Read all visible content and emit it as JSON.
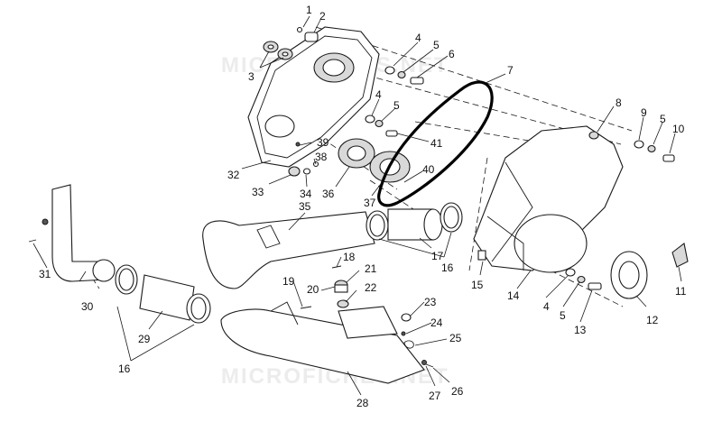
{
  "watermark": {
    "top": "MICROFICHES.NET",
    "bottom": "MICROFICHES.NET"
  },
  "callouts": [
    "1",
    "2",
    "3",
    "4",
    "5",
    "6",
    "7",
    "4",
    "5",
    "8",
    "9",
    "5",
    "10",
    "39",
    "41",
    "38",
    "40",
    "32",
    "33",
    "34",
    "36",
    "37",
    "35",
    "15",
    "14",
    "31",
    "30",
    "18",
    "17",
    "16",
    "11",
    "21",
    "19",
    "20",
    "22",
    "4",
    "5",
    "13",
    "12",
    "23",
    "29",
    "24",
    "25",
    "16",
    "27",
    "26",
    "28"
  ]
}
